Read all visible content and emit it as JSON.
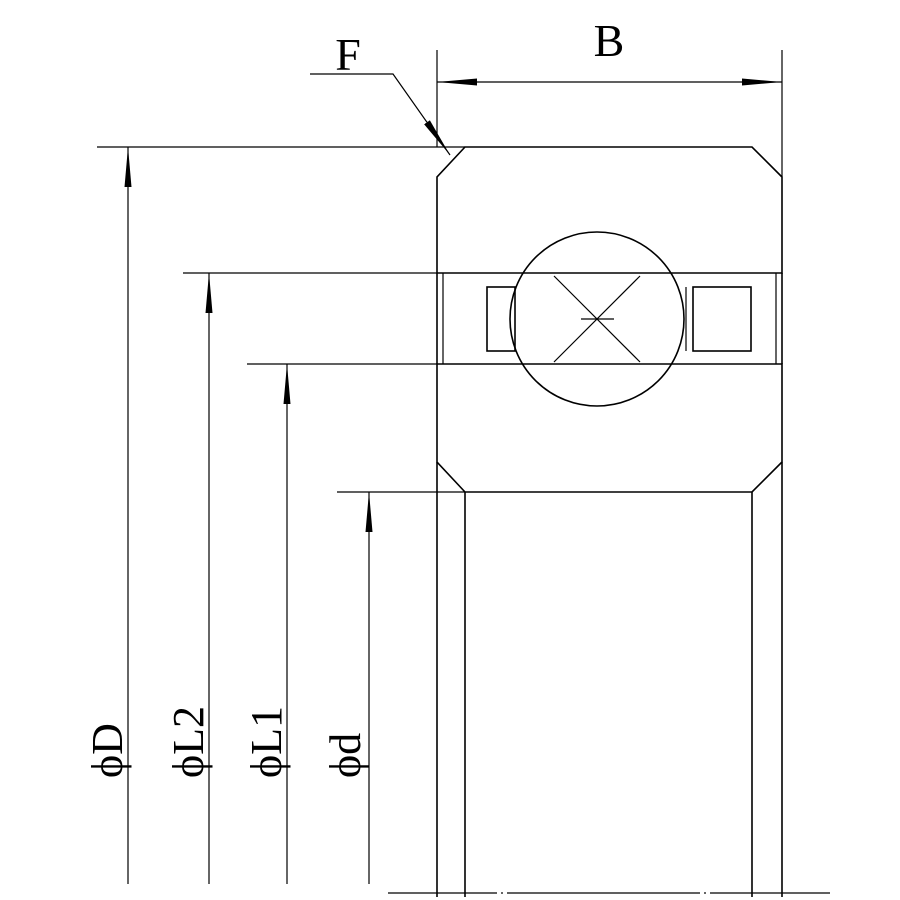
{
  "labels": {
    "chamfer": "F",
    "width": "B",
    "outer_diameter": "ϕD",
    "outer_land": "ϕL2",
    "inner_land": "ϕL1",
    "bore": "ϕd"
  },
  "colors": {
    "ring_fill": "#3a979c",
    "line": "#000000",
    "background": "#ffffff"
  }
}
